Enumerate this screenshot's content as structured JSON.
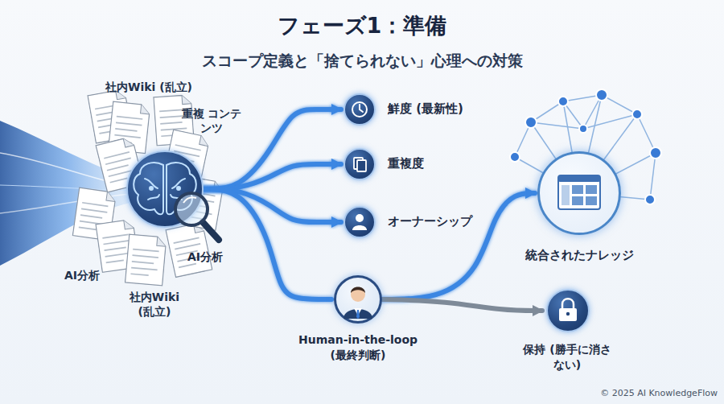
{
  "diagram": {
    "title": "フェーズ1：準備",
    "nodes": [
      {
        "text": [
          "AI分析"
        ]
      },
      {
        "text": [
          "鮮度 (最新性)"
        ]
      },
      {
        "text": [
          "重複度"
        ]
      },
      {
        "text": [
          "オーナーシップ"
        ]
      },
      {
        "text": [
          "Human-in-the-loop (最終判断)"
        ]
      },
      {
        "text": [
          "統合されたナレッジ"
        ]
      },
      {
        "text": [
          "保持 (勝手に消さない)"
        ]
      }
    ],
    "edges": [
      {
        "from": 0,
        "to": 1,
        "arrow": "to"
      },
      {
        "from": 0,
        "to": 2,
        "arrow": "to"
      },
      {
        "from": 0,
        "to": 3,
        "arrow": "to"
      },
      {
        "from": 0,
        "to": 4,
        "arrow": "none"
      },
      {
        "from": 4,
        "to": 5,
        "arrow": "to"
      },
      {
        "from": 4,
        "to": 6,
        "arrow": "to"
      }
    ],
    "labels": [
      "スコープ定義と「捨てられない」心理への対策",
      "社内Wiki (乱立)",
      "重複 コンテンツ",
      "AI分析",
      "社内Wiki (乱立)",
      "© 2025 AI KnowledgeFlow"
    ]
  }
}
